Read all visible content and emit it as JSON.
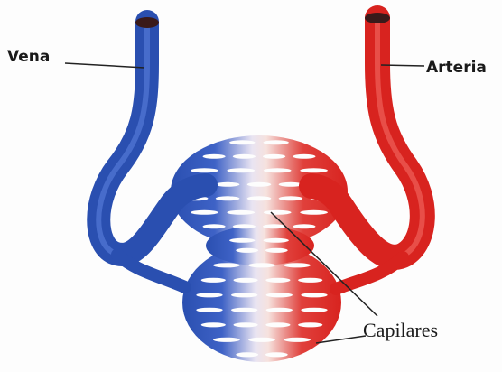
{
  "labels": {
    "vein": "Vena",
    "artery": "Arteria",
    "capillaries": "Capilares"
  },
  "colors": {
    "vein": "#2a4fb0",
    "vein_light": "#4f74d6",
    "artery": "#d8231f",
    "artery_light": "#f0504a",
    "capillary_pale": "#f3dcd8",
    "vessel_cap": "#3a1a1a"
  }
}
